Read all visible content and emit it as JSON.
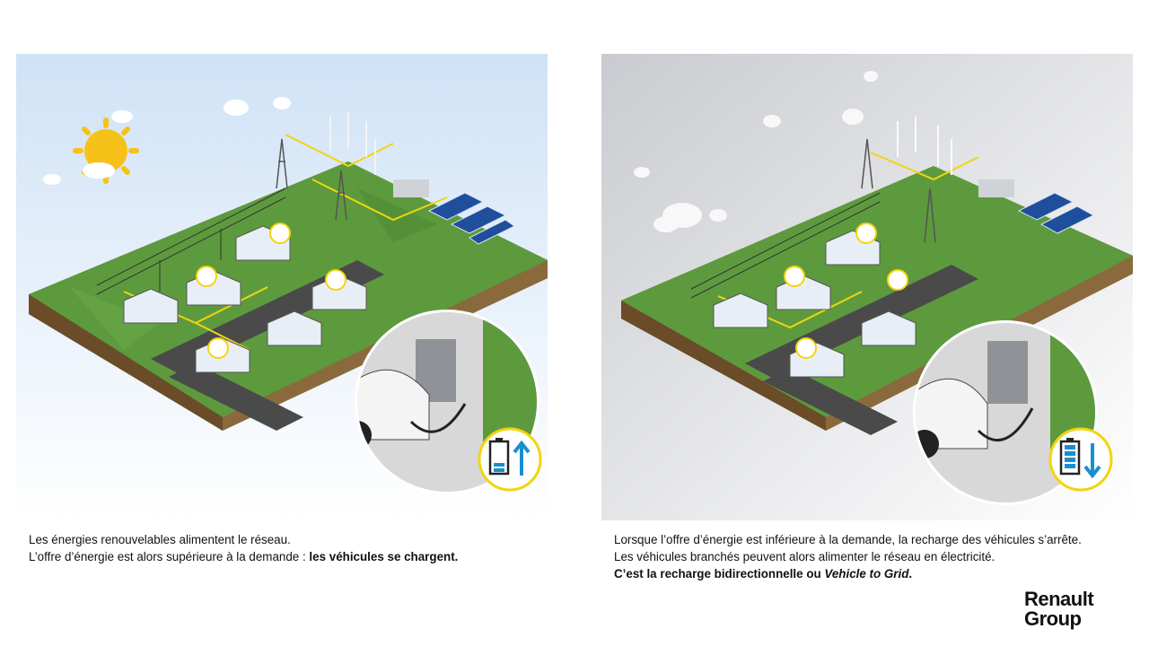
{
  "left_panel": {
    "scene": "charging",
    "battery_direction": "up",
    "caption_line1": "Les énergies renouvelables alimentent le réseau.",
    "caption_line2_prefix": "L’offre d’énergie est alors supérieure à la demande : ",
    "caption_line2_bold": "les véhicules se chargent."
  },
  "right_panel": {
    "scene": "vehicle-to-grid",
    "battery_direction": "down",
    "caption_line1": "Lorsque l’offre d’énergie est inférieure à la demande, la recharge des véhicules s’arrête.",
    "caption_line2": "Les véhicules branchés peuvent alors alimenter le réseau en électricité.",
    "caption_line3_bold": "C’est la recharge bidirectionnelle ou ",
    "caption_line3_italic": "Vehicle to Grid",
    "caption_line3_end": "."
  },
  "brand": {
    "line1": "Renault",
    "line2": "Group"
  },
  "colors": {
    "sky_left": "#dce9f7",
    "sky_right": "#d0d2d6",
    "grass": "#5d9a3e",
    "soil": "#8a6a3d",
    "road": "#4a4a4a",
    "grid_line": "#f2d40f",
    "battery_up_accent": "#1a8fd0",
    "battery_down_accent": "#1a8fd0"
  }
}
